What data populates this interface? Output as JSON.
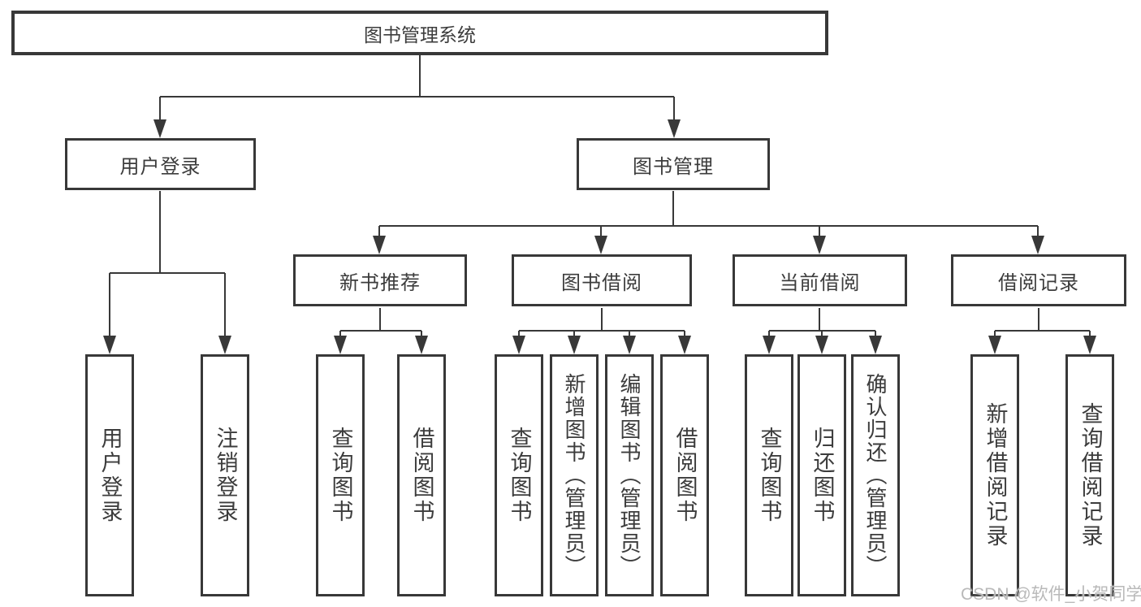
{
  "colors": {
    "line": "#383838",
    "box_border": "#383838",
    "box_background": "#ffffff",
    "text": "#3c3c3c",
    "watermark": "#b9b9b9",
    "page_background": "#ffffff"
  },
  "watermark": {
    "text": "CSDN @软件_小贺同学"
  },
  "nodes": {
    "root": {
      "label": "图书管理系统"
    },
    "user_login": {
      "label": "用户登录"
    },
    "book_management": {
      "label": "图书管理"
    },
    "new_book_recommend": {
      "label": "新书推荐"
    },
    "book_borrow": {
      "label": "图书借阅"
    },
    "current_borrow": {
      "label": "当前借阅"
    },
    "borrow_records": {
      "label": "借阅记录"
    },
    "leaf_user_login": {
      "label": "用户登录"
    },
    "leaf_logout": {
      "label": "注销登录"
    },
    "leaf_query_books_recommend": {
      "label": "查询图书"
    },
    "leaf_borrow_books_recommend": {
      "label": "借阅图书"
    },
    "leaf_query_books_borrow": {
      "label": "查询图书"
    },
    "leaf_add_books_admin": {
      "label": "新增图书（管理员）"
    },
    "leaf_edit_books_admin": {
      "label": "编辑图书（管理员）"
    },
    "leaf_borrow_books_borrow": {
      "label": "借阅图书"
    },
    "leaf_query_books_current": {
      "label": "查询图书"
    },
    "leaf_return_books": {
      "label": "归还图书"
    },
    "leaf_confirm_return_admin": {
      "label": "确认归还（管理员）"
    },
    "leaf_add_borrow_record": {
      "label": "新增借阅记录"
    },
    "leaf_query_borrow_record": {
      "label": "查询借阅记录"
    }
  },
  "hierarchy": {
    "图书管理系统": {
      "用户登录": [
        "用户登录",
        "注销登录"
      ],
      "图书管理": {
        "新书推荐": [
          "查询图书",
          "借阅图书"
        ],
        "图书借阅": [
          "查询图书",
          "新增图书（管理员）",
          "编辑图书（管理员）",
          "借阅图书"
        ],
        "当前借阅": [
          "查询图书",
          "归还图书",
          "确认归还（管理员）"
        ],
        "借阅记录": [
          "新增借阅记录",
          "查询借阅记录"
        ]
      }
    }
  }
}
